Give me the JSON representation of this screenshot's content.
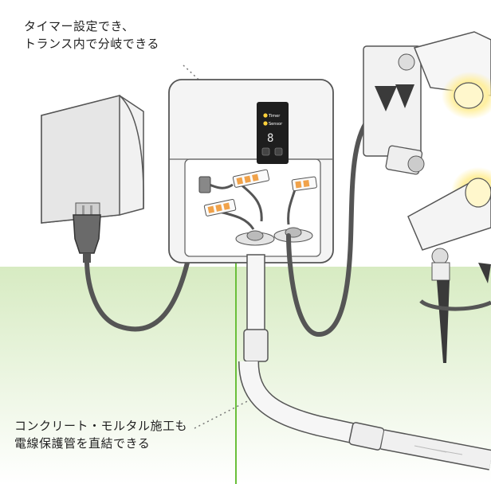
{
  "captions": {
    "top": {
      "line1": "タイマー設定でき、",
      "line2": "トランス内で分岐できる"
    },
    "bottom": {
      "line1": "コンクリート・モルタル施工も",
      "line2": "電線保護管を直結できる"
    }
  },
  "control_panel": {
    "indicator_1": "Timer",
    "indicator_2": "Sensor",
    "display": "8"
  },
  "colors": {
    "ground_green": "#d7ebc2",
    "ground_line": "#6abf3a",
    "cable": "#555555",
    "lamp_glow": "#fff3b8",
    "connector_orange": "#f0a24a"
  }
}
